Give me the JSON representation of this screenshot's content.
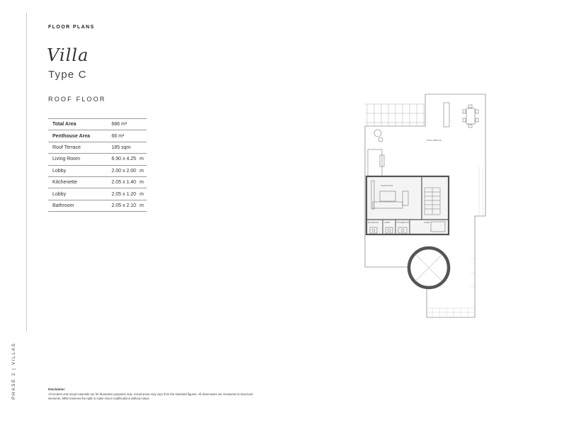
{
  "header": {
    "section": "FLOOR PLANS"
  },
  "title": {
    "script": "Villa",
    "type": "Type C",
    "floor": "ROOF FLOOR"
  },
  "side_label": "PHASE 2 | VILLAS",
  "areas": [
    {
      "label": "Total Area",
      "value": "686 m²",
      "unit": "",
      "bold": true
    },
    {
      "label": "Penthouse Area",
      "value": "66 m²",
      "unit": "",
      "bold": true
    },
    {
      "label": "Roof Terrace",
      "value": "185 sqm",
      "unit": "",
      "bold": false
    },
    {
      "label": "Living Room",
      "value": "6.90 x 4.25",
      "unit": "m",
      "bold": false
    },
    {
      "label": "Lobby",
      "value": "2.00 x 2.00",
      "unit": "m",
      "bold": false
    },
    {
      "label": "Kitchenette",
      "value": "2.05 x 1.40",
      "unit": "m",
      "bold": false
    },
    {
      "label": "Lobby",
      "value": "2.05 x 1.20",
      "unit": "m",
      "bold": false
    },
    {
      "label": "Bathroom",
      "value": "2.05 x 2.10",
      "unit": "m",
      "bold": false
    }
  ],
  "plan_labels": {
    "roof_terrace": "ROOF TERRACE",
    "living_room": "LIVING ROOM",
    "bathroom": "BATHROOM",
    "lobby_a": "LOBBY",
    "kitchenette": "KITCHENETTE",
    "lobby_b": "LOBBY"
  },
  "disclaimer": {
    "heading": "Disclaimer",
    "text": "All renders and visual materials are for illustrative purposes only. Actual areas may vary from the standard figures. All dimensions are measured to structural elements. MRD reserves the right to make minor modifications without notice."
  }
}
